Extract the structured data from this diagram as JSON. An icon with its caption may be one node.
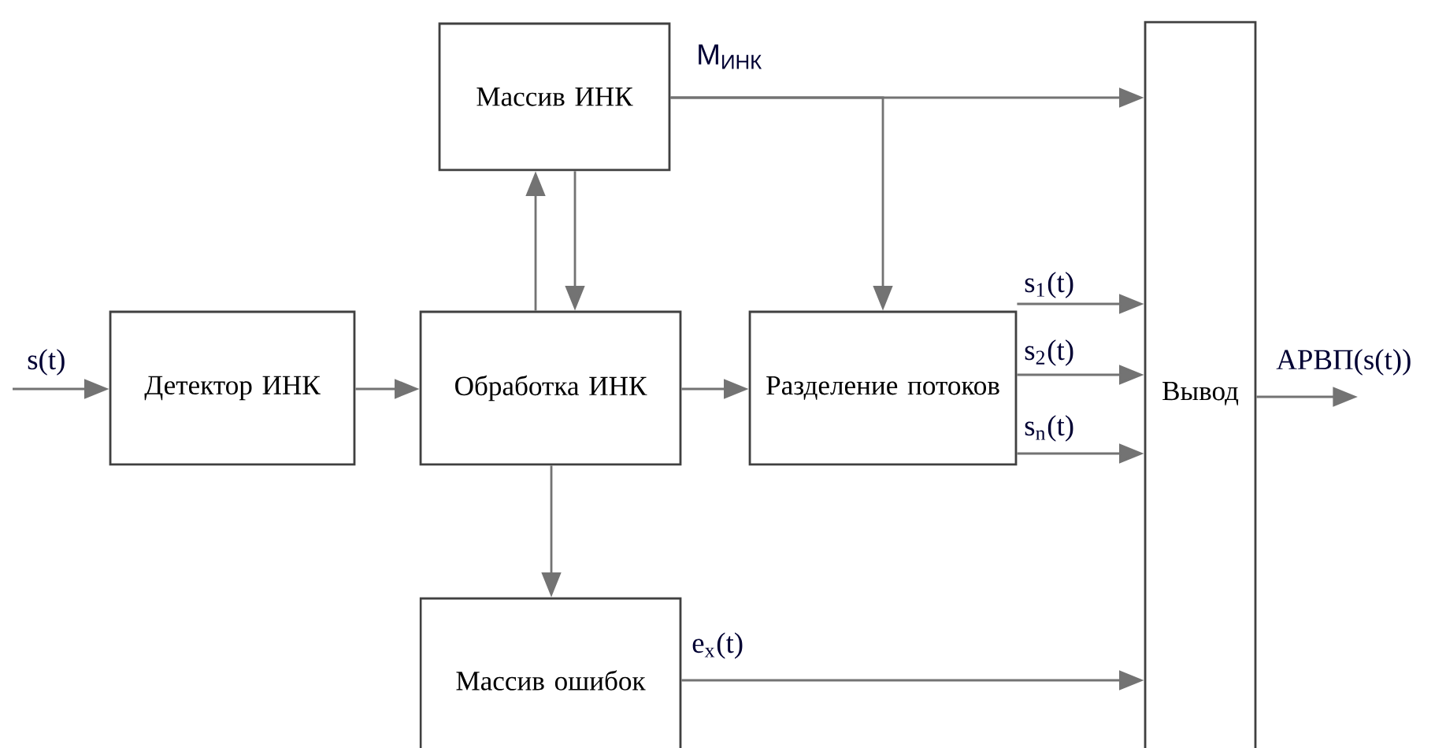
{
  "diagram": {
    "nodes": [
      {
        "text": [
          "Детектор ИНК"
        ]
      },
      {
        "text": [
          "Обработка ИНК"
        ]
      },
      {
        "text": [
          "Массив ИНК"
        ]
      },
      {
        "text": [
          "Разделение потоков"
        ]
      },
      {
        "text": [
          "Вывод"
        ]
      },
      {
        "text": [
          "Массив ошибок"
        ]
      }
    ],
    "edges": [
      {
        "from": null,
        "to": 0,
        "arrow": "to",
        "label": "s(t)"
      },
      {
        "from": 0,
        "to": 1,
        "arrow": "to"
      },
      {
        "from": 1,
        "to": 2,
        "arrow": "to"
      },
      {
        "from": 2,
        "to": 1,
        "arrow": "to"
      },
      {
        "from": 1,
        "to": 3,
        "arrow": "to"
      },
      {
        "from": 2,
        "to": 4,
        "arrow": "to",
        "label": "M$_{ИНК}$"
      },
      {
        "from": 2,
        "to": 3,
        "arrow": "to"
      },
      {
        "from": 3,
        "to": 4,
        "arrow": "to",
        "label": "s$_{1}$(t)"
      },
      {
        "from": 3,
        "to": 4,
        "arrow": "to",
        "label": "s$_{2}$(t)"
      },
      {
        "from": 3,
        "to": 4,
        "arrow": "to",
        "label": "s$_{n}$(t)"
      },
      {
        "from": 1,
        "to": 5,
        "arrow": "to"
      },
      {
        "from": 5,
        "to": 4,
        "arrow": "to",
        "label": "e$_{x}$(t)"
      },
      {
        "from": 4,
        "to": null,
        "arrow": "to",
        "label": "АРВП(s(t))"
      }
    ]
  }
}
